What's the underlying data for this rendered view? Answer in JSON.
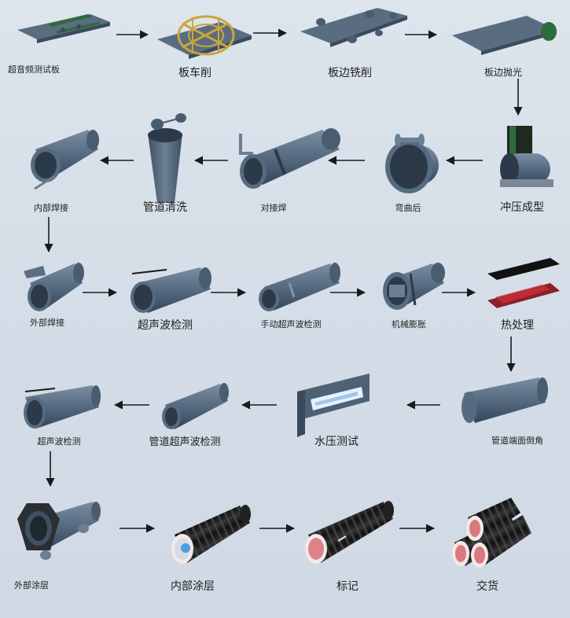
{
  "steps": [
    {
      "label": "超音频测试板"
    },
    {
      "label": "板车削"
    },
    {
      "label": "板边铣削"
    },
    {
      "label": "板边抛光"
    },
    {
      "label": "冲压成型"
    },
    {
      "label": "弯曲后"
    },
    {
      "label": "对接焊"
    },
    {
      "label": "管道清洗"
    },
    {
      "label": "内部焊接"
    },
    {
      "label": "外部焊接"
    },
    {
      "label": "超声波检测"
    },
    {
      "label": "手动超声波检测"
    },
    {
      "label": "机械膨胀"
    },
    {
      "label": "热处理"
    },
    {
      "label": "管道端面倒角"
    },
    {
      "label": "水压测试"
    },
    {
      "label": "管道超声波检测"
    },
    {
      "label": "超声波检测"
    },
    {
      "label": "外部涂层"
    },
    {
      "label": "内部涂层"
    },
    {
      "label": "标记"
    },
    {
      "label": "交货"
    }
  ],
  "colors": {
    "background": "#d6dee8",
    "pipe": "#55697e",
    "pipe_dark": "#3e5063",
    "arrow": "#1a1a1a",
    "coating_black": "#161616",
    "coating_red": "#c8303a",
    "weld_green": "#2d6b3c",
    "frame_yellow": "#c9a63a"
  }
}
